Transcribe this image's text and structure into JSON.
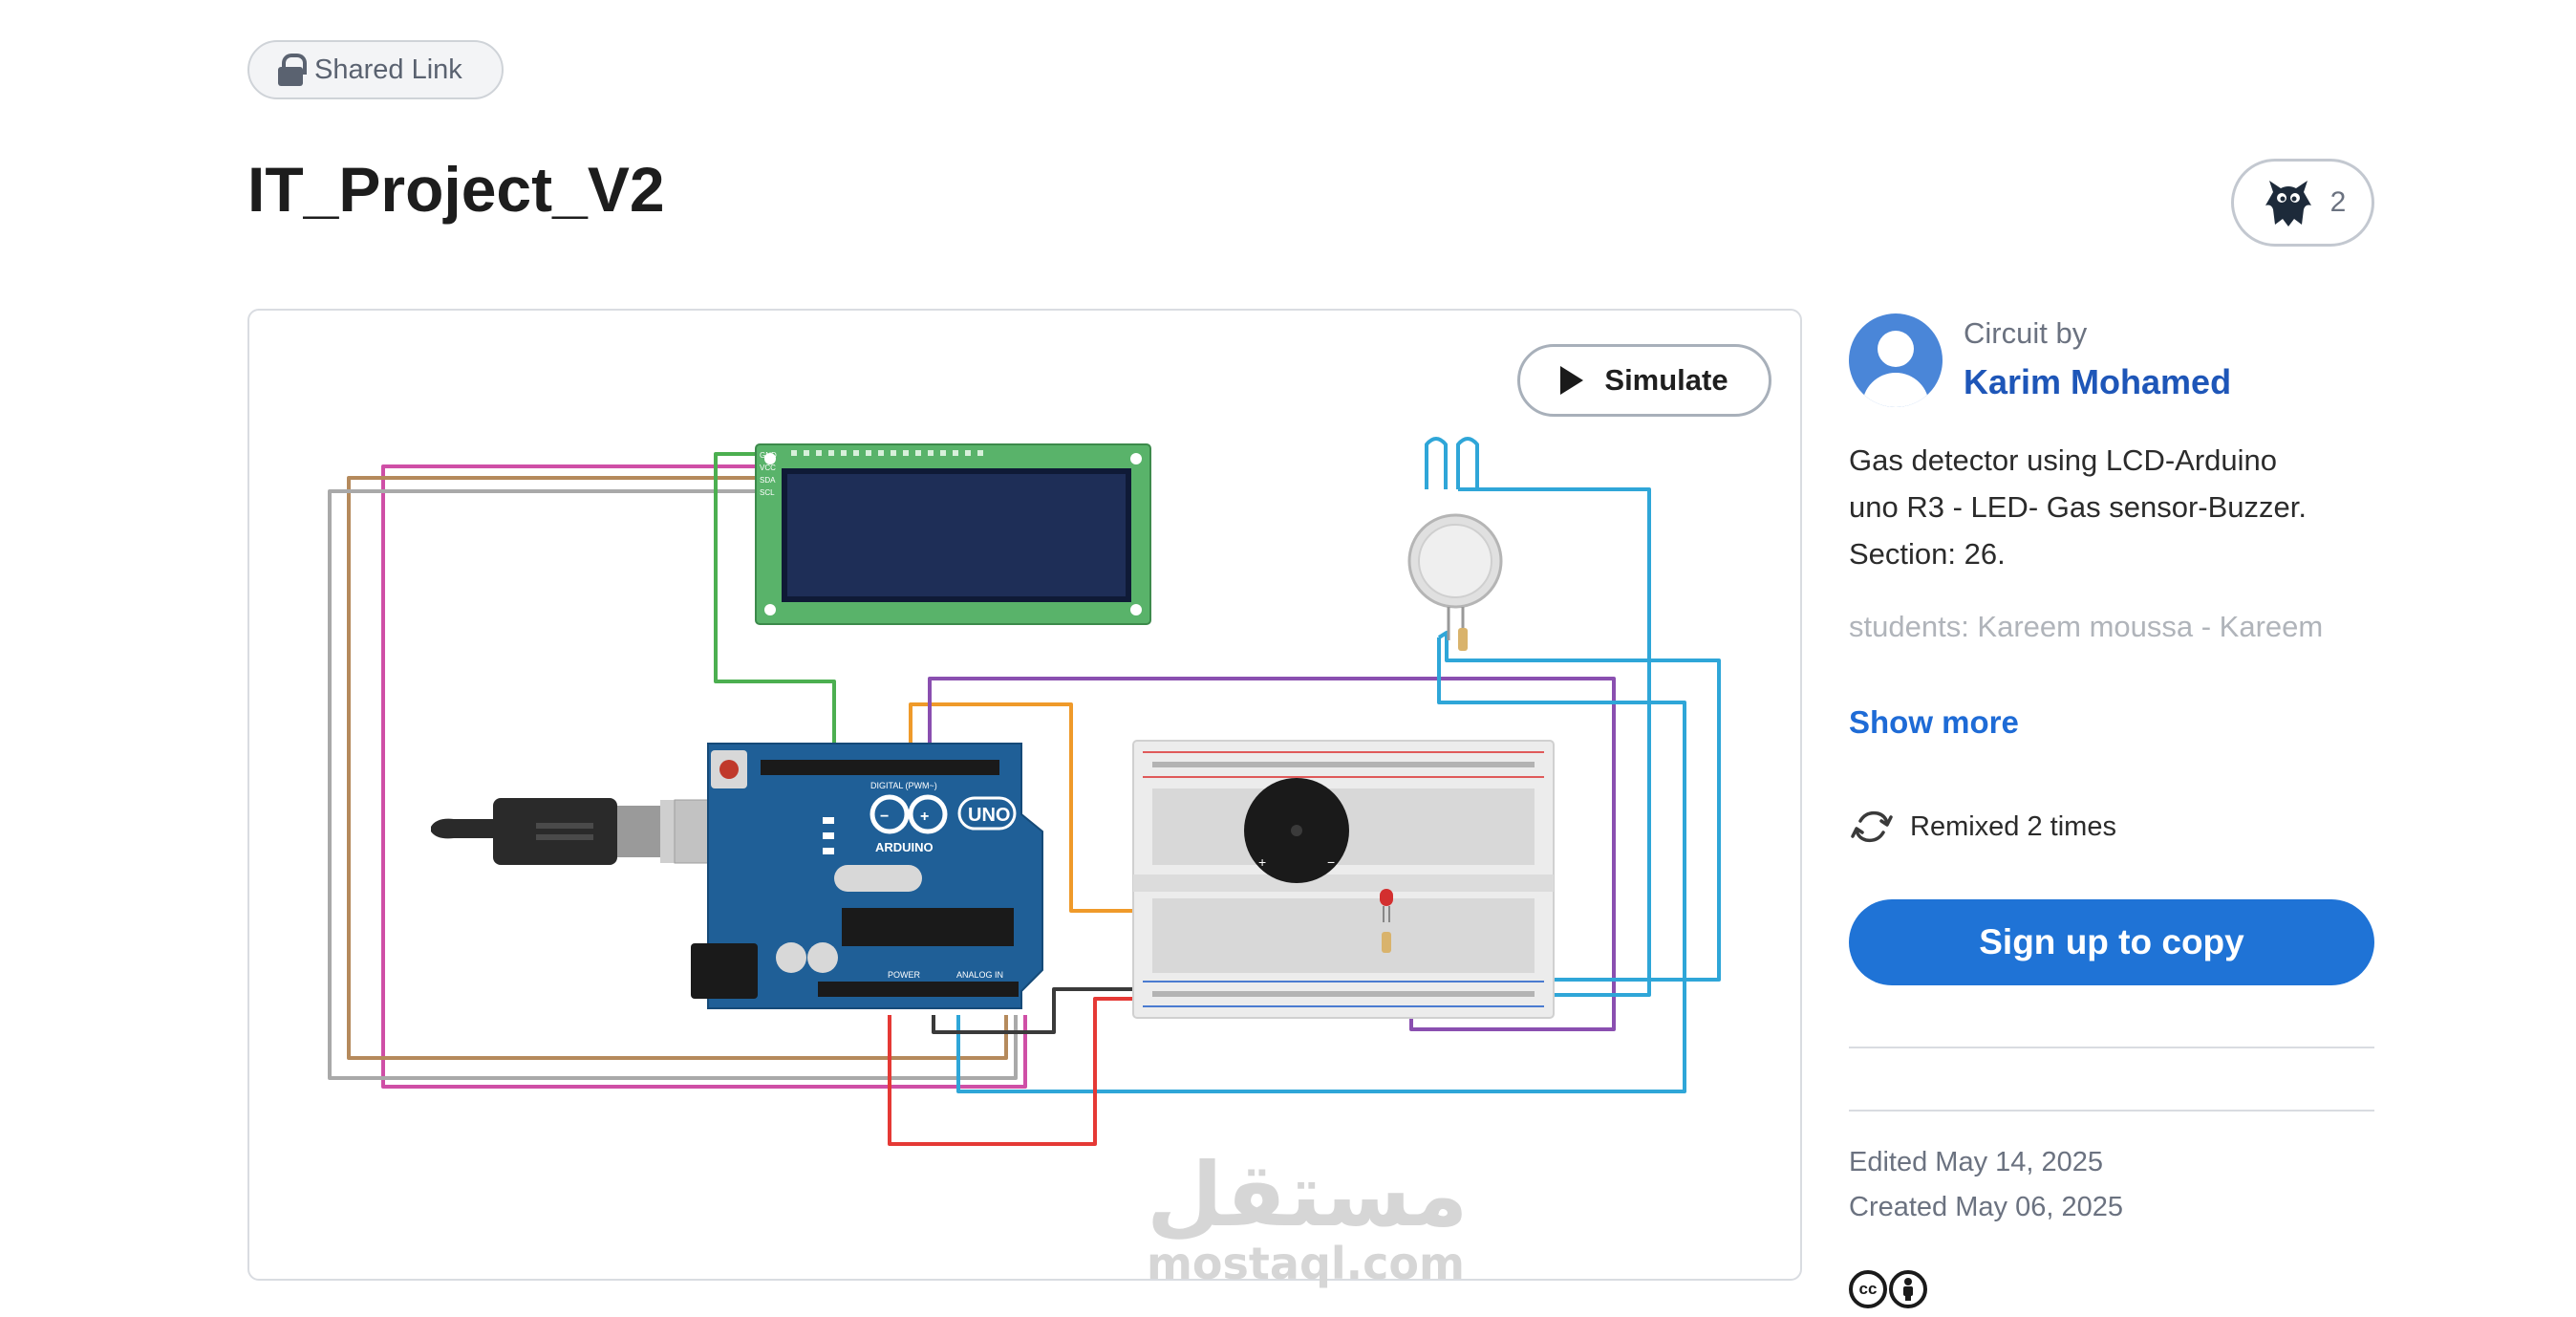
{
  "header": {
    "shared_label": "Shared Link",
    "title": "IT_Project_V2",
    "fans_count": "2"
  },
  "canvas": {
    "simulate_label": "Simulate",
    "lcd_pins": [
      "GND",
      "VCC",
      "SDA",
      "SCL"
    ],
    "arduino_brand": "ARDUINO",
    "arduino_model": "UNO",
    "arduino_labels": {
      "digital": "DIGITAL (PWM~)",
      "power": "POWER",
      "analog": "ANALOG IN"
    }
  },
  "watermark": {
    "arabic": "مستقل",
    "latin": "mostaql.com"
  },
  "sidebar": {
    "circuit_by": "Circuit by",
    "author": "Karim Mohamed",
    "description_lines": [
      "Gas detector using LCD-Arduino",
      "uno R3 - LED- Gas sensor-Buzzer.",
      "Section: 26."
    ],
    "description_fade": "students: Kareem moussa - Kareem",
    "show_more": "Show more",
    "remixed": "Remixed 2 times",
    "signup": "Sign up to copy",
    "edited": "Edited May 14, 2025",
    "created": "Created May 06, 2025",
    "license_icons": [
      "cc-icon",
      "by-attribution-icon"
    ]
  },
  "colors": {
    "accent_blue": "#1f73d6",
    "author_blue": "#1e56b8",
    "arduino_blue": "#1f5f97",
    "lcd_green": "#59b36a",
    "lcd_screen": "#1e2e57"
  }
}
